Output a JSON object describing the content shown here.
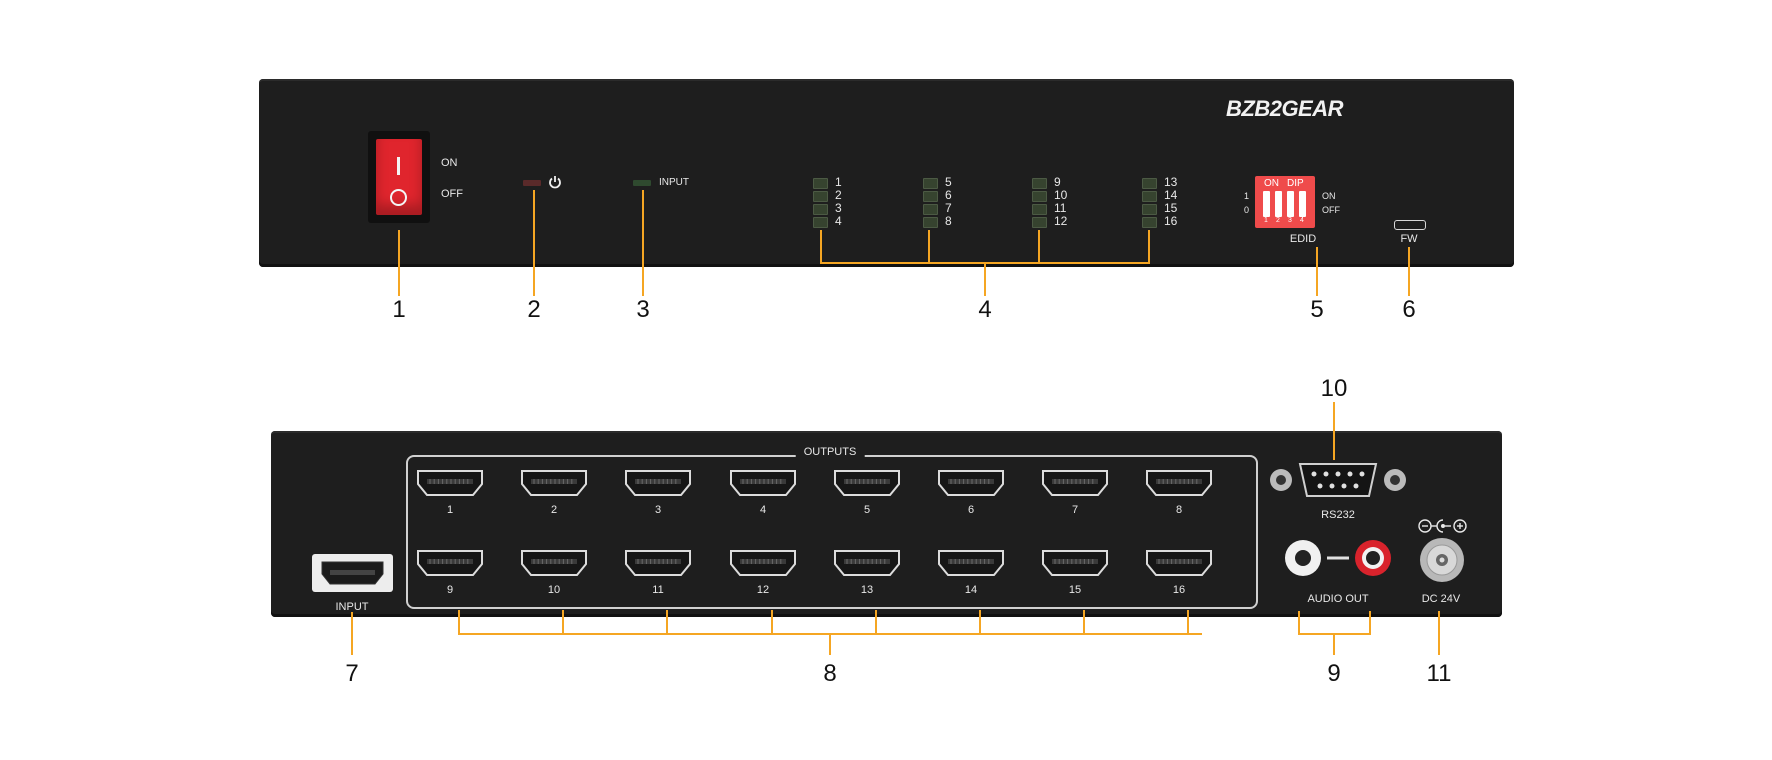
{
  "colors": {
    "panel": "#1e1e1e",
    "callout": "#f5a623",
    "switch": "#e0252d",
    "dip": "#ef4b4b"
  },
  "front": {
    "brand": "BZB2GEAR",
    "switch": {
      "on_label": "ON",
      "off_label": "OFF",
      "symbol_on": "I",
      "symbol_off": "O"
    },
    "power_icon": "power-icon",
    "input_led_label": "INPUT",
    "output_leds": [
      "1",
      "2",
      "3",
      "4",
      "5",
      "6",
      "7",
      "8",
      "9",
      "10",
      "11",
      "12",
      "13",
      "14",
      "15",
      "16"
    ],
    "dip": {
      "header_on": "ON",
      "header_dip": "DIP",
      "row_1": "1",
      "row_0": "0",
      "right_on": "ON",
      "right_off": "OFF",
      "label": "EDID",
      "positions": [
        "1",
        "2",
        "3",
        "4"
      ]
    },
    "fw_label": "FW"
  },
  "rear": {
    "outputs_label": "OUTPUTS",
    "outputs": [
      "1",
      "2",
      "3",
      "4",
      "5",
      "6",
      "7",
      "8",
      "9",
      "10",
      "11",
      "12",
      "13",
      "14",
      "15",
      "16"
    ],
    "input_label": "INPUT",
    "rs232_label": "RS232",
    "audio_label": "AUDIO OUT",
    "dc_label": "DC 24V",
    "polarity_icon": "dc-polarity-icon"
  },
  "callouts": [
    "1",
    "2",
    "3",
    "4",
    "5",
    "6",
    "7",
    "8",
    "9",
    "10",
    "11"
  ]
}
